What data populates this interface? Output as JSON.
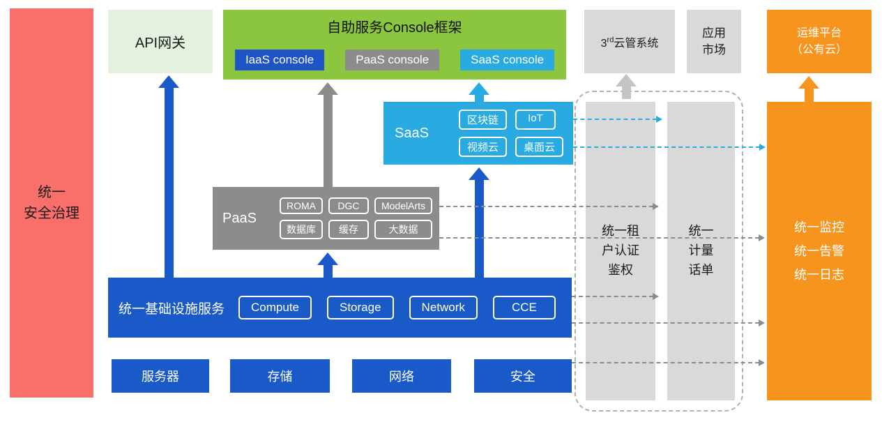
{
  "colors": {
    "red": "#F9706B",
    "light_green": "#E4F1DE",
    "green": "#8CC63F",
    "blue": "#1959C8",
    "badge_blue": "#1F53C8",
    "gray": "#8C8C8C",
    "light_gray": "#D9D9D9",
    "cyan": "#29ABE2",
    "orange": "#F7941E"
  },
  "security_bar": {
    "label": "统一\n安全治理"
  },
  "api_gateway": {
    "label": "API网关"
  },
  "console": {
    "title": "自助服务Console框架",
    "badges": [
      {
        "label": "IaaS console"
      },
      {
        "label": "PaaS console"
      },
      {
        "label": "SaaS console"
      }
    ]
  },
  "third_party_cloud": {
    "prefix": "3",
    "sup": "rd",
    "suffix": "云管系统"
  },
  "app_market": {
    "label": "应用\n市场"
  },
  "ops_platform": {
    "label": "运维平台\n（公有云）"
  },
  "saas": {
    "label": "SaaS",
    "badges": [
      "区块链",
      "IoT",
      "视频云",
      "桌面云"
    ]
  },
  "paas": {
    "label": "PaaS",
    "badges": [
      "ROMA",
      "DGC",
      "ModelArts",
      "数据库",
      "缓存",
      "大数据"
    ]
  },
  "iaas": {
    "label": "统一基础设施服务",
    "badges": [
      "Compute",
      "Storage",
      "Network",
      "CCE"
    ]
  },
  "hardware": [
    "服务器",
    "存储",
    "网络",
    "安全"
  ],
  "auth_bar": {
    "label": "统一租\n户认证\n鉴权"
  },
  "metering_bar": {
    "label": "统一\n计量\n话单"
  },
  "monitoring_bar": {
    "label": "统一监控\n统一告警\n统一日志"
  }
}
